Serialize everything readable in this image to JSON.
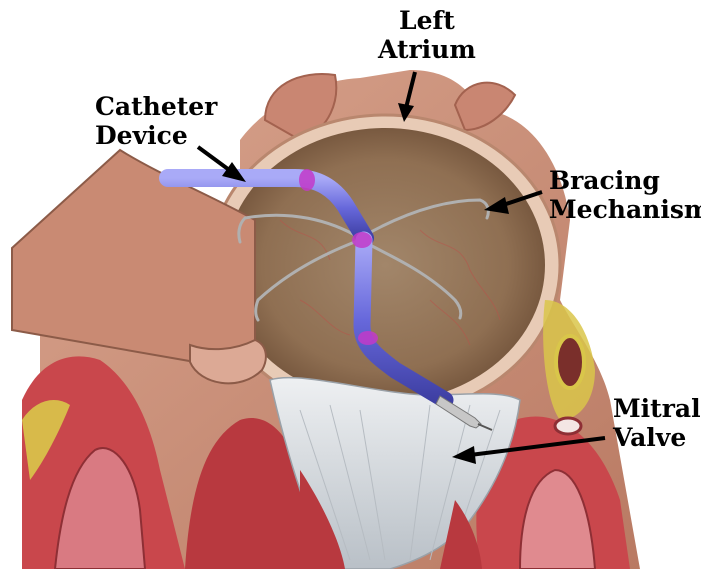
{
  "labels": {
    "left_atrium": [
      "Left",
      "Atrium"
    ],
    "catheter_device": [
      "Catheter",
      "Device"
    ],
    "bracing_mechanism": [
      "Bracing",
      "Mechanism"
    ],
    "mitral_valve": [
      "Mitral",
      "Valve"
    ]
  },
  "colors": {
    "background": "#ffffff",
    "outer_tissue": "#c98f7a",
    "atrium_chamber": "#9a7a5c",
    "myocardium_red": "#c9474c",
    "valve_tissue": "#d8dde2",
    "catheter_blue": "#6f70e0",
    "catheter_joint": "#c23ac9",
    "bracing_wire": "#a8a8a8",
    "fat_yellow": "#d9c64a",
    "arrow": "#000000"
  }
}
